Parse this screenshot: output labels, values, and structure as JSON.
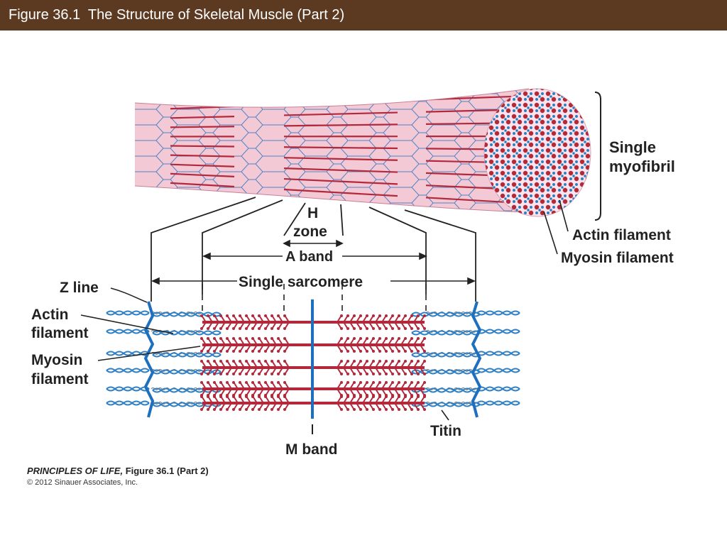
{
  "slide": {
    "title": "Figure 36.1  The Structure of Skeletal Muscle (Part 2)"
  },
  "colors": {
    "title_bar": "#5c3a21",
    "actin": "#2f7fc4",
    "myosin": "#b3283a",
    "z_line": "#1e6fbd",
    "fiber": "#f0c6d4"
  },
  "labels": {
    "single_myofibril_1": "Single",
    "single_myofibril_2": "myofibril",
    "h_zone_1": "H",
    "h_zone_2": "zone",
    "a_band": "A band",
    "single_sarcomere": "Single sarcomere",
    "z_line": "Z line",
    "actin_left_1": "Actin",
    "actin_left_2": "filament",
    "myosin_left_1": "Myosin",
    "myosin_left_2": "filament",
    "actin_right": "Actin filament",
    "myosin_right": "Myosin filament",
    "titin": "Titin",
    "m_band": "M band"
  },
  "credit": {
    "book": "PRINCIPLES OF LIFE,",
    "figure": " Figure 36.1 (Part 2)",
    "copyright": "© 2012 Sinauer Associates, Inc."
  }
}
